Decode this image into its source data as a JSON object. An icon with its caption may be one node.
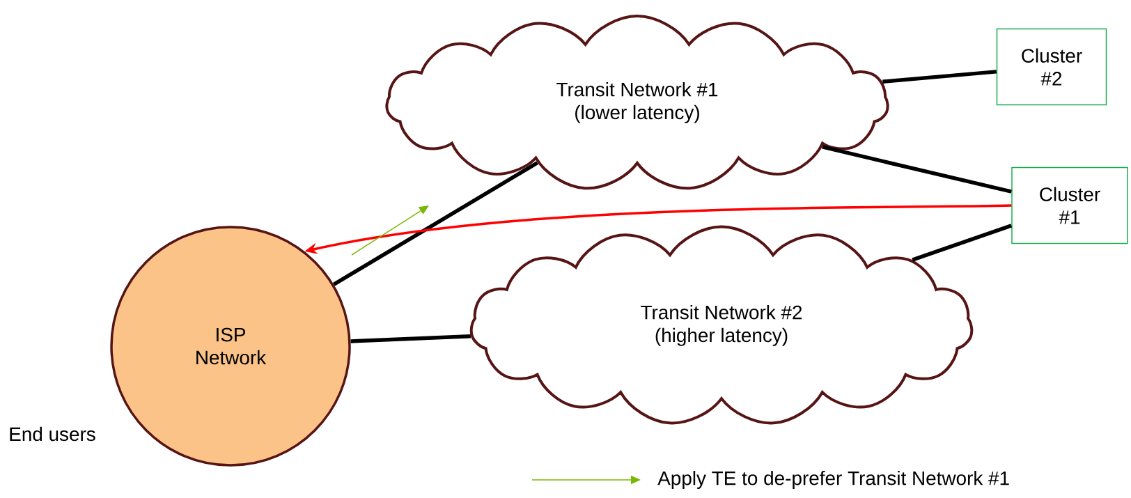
{
  "diagram": {
    "nodes": [
      {
        "text": [
          "Transit Network #1",
          "(lower latency)"
        ]
      },
      {
        "text": [
          "Cluster #2"
        ]
      },
      {
        "text": [
          "Cluster #1"
        ]
      },
      {
        "text": [
          "ISP Network"
        ],
        "beside": [
          "End users"
        ]
      },
      {
        "text": [
          "Transit Network #2",
          "(higher latency)"
        ]
      }
    ],
    "edges": [
      {
        "from": 0,
        "to": 1,
        "arrow": "none"
      },
      {
        "from": 0,
        "to": 2,
        "arrow": "none"
      },
      {
        "from": 3,
        "to": 0,
        "arrow": "none"
      },
      {
        "from": 3,
        "to": 4,
        "arrow": "none"
      },
      {
        "from": 4,
        "to": 2,
        "arrow": "none"
      },
      {
        "from": 2,
        "to": 3,
        "arrow": "to",
        "color": "#ff0000"
      }
    ],
    "legend": [
      {
        "text": "Apply TE to de-prefer Transit Network #1"
      }
    ]
  }
}
